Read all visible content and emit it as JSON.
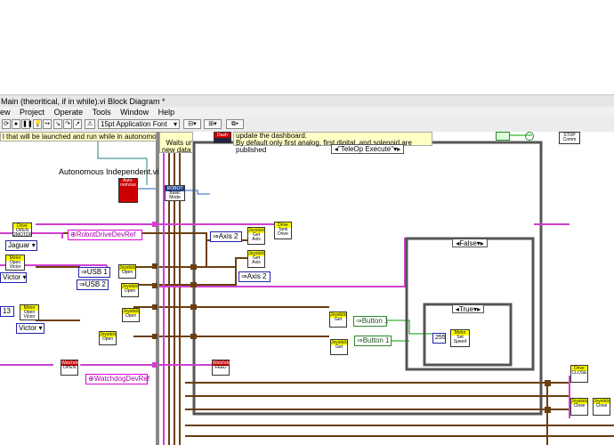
{
  "window": {
    "title": "Main (theoritical, if in while).vi Block Diagram *"
  },
  "menu": [
    "ew",
    "Project",
    "Operate",
    "Tools",
    "Window",
    "Help"
  ],
  "toolbar": {
    "font_label": "15pt Application Font"
  },
  "notes": {
    "autonomous_fragment": "l that will be launched and run while in autonomous.",
    "waits_until": "Waits until\nnew data\nis received",
    "dashboard_1": "update the dashboard.",
    "dashboard_2": "By default only first analog, first digital, and solenoid are published"
  },
  "labels": {
    "autonomous_vi": "Autonomous Independent.vi",
    "teleop_execute": "\"TeleOp Execute\"",
    "case_false": "False",
    "case_true": "True",
    "constant_255": "255",
    "robot_drive_ref": "RobotDriveDevRef",
    "watchdog_ref": "WatchdogDevRef"
  },
  "controls": {
    "jaguar": "Jaguar",
    "victor_1": "Victor",
    "victor_2": "Victor",
    "num_13": "13",
    "usb_1": "USB 1",
    "usb_2": "USB 2",
    "axis_2_a": "Axis 2",
    "axis_2_b": "Axis 2",
    "button_1_a": "Button 1",
    "button_1_b": "Button 1"
  },
  "vis": {
    "robot_basic_mode": {
      "head": "ROBOT",
      "body": "Basic\nMode"
    },
    "drive_open": {
      "head": "Drive",
      "body": "OPEN\n2MOTOR"
    },
    "motor_open_1": {
      "head": "Motor",
      "body": "Open\nVictor"
    },
    "motor_open_2": {
      "head": "Motor",
      "body": "Open\nVictor"
    },
    "joystick_open_1": {
      "head": "Joystick",
      "body": "Open"
    },
    "joystick_open_2": {
      "head": "Joystick",
      "body": "Open"
    },
    "joystick_open_3": {
      "head": "Joystick",
      "body": "Open"
    },
    "joystick_open_4": {
      "head": "Joystick",
      "body": "Open"
    },
    "joystick_get_axis_1": {
      "head": "Joystick",
      "body": "Get\nAxis"
    },
    "joystick_get_axis_2": {
      "head": "Joystick",
      "body": "Get\nAxis"
    },
    "drive_tank": {
      "head": "Drive",
      "body": "Tank\nDrive"
    },
    "joystick_get_1": {
      "head": "Joystick",
      "body": "Get"
    },
    "joystick_get_2": {
      "head": "Joystick",
      "body": "Get"
    },
    "motor_set_speed": {
      "head": "Motor",
      "body": "Set\nSpeed"
    },
    "watchdog_open": {
      "head": "Watchdog",
      "body": "OPEN"
    },
    "watchdog_feed": {
      "head": "Watchdog",
      "body": "FEED"
    },
    "stop_comm": {
      "head": "STOP",
      "body": "Comm"
    },
    "drive_close": {
      "head": "Drive",
      "body": "CLOSE"
    },
    "joystick_close_1": {
      "head": "Joystick",
      "body": "Close"
    },
    "joystick_close_2": {
      "head": "Joystick",
      "body": "Close"
    },
    "dash_icon": {
      "head": "Dash",
      "body": ""
    }
  },
  "colors": {
    "wire_refnum": "#6b3f10",
    "wire_cluster": "#d040d0",
    "wire_error": "#00a000",
    "wire_blue": "#2060c0",
    "case_frame": "#555555"
  }
}
